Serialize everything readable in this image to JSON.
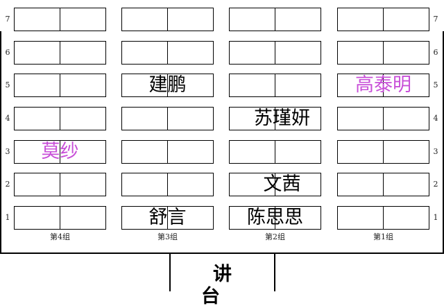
{
  "classroom": {
    "row_numbers": [
      "1",
      "2",
      "3",
      "4",
      "5",
      "6",
      "7"
    ],
    "groups": [
      {
        "label": "第4组"
      },
      {
        "label": "第3组"
      },
      {
        "label": "第2组"
      },
      {
        "label": "第1组"
      }
    ],
    "podium_label": "讲台",
    "students": [
      {
        "name": "莫纱",
        "group": "第4组",
        "row": 3,
        "color": "#c84fd8"
      },
      {
        "name": "建鹏",
        "group": "第3组",
        "row": 5,
        "color": "#000000"
      },
      {
        "name": "舒言",
        "group": "第3组",
        "row": 1,
        "color": "#000000"
      },
      {
        "name": "苏瑾妍",
        "group": "第2组",
        "row": 4,
        "color": "#000000"
      },
      {
        "name": "文茜",
        "group": "第2组",
        "row": 2,
        "color": "#000000"
      },
      {
        "name": "陈思思",
        "group": "第2组",
        "row": 1,
        "color": "#000000"
      },
      {
        "name": "高泰明",
        "group": "第1组",
        "row": 5,
        "color": "#c84fd8"
      }
    ]
  }
}
